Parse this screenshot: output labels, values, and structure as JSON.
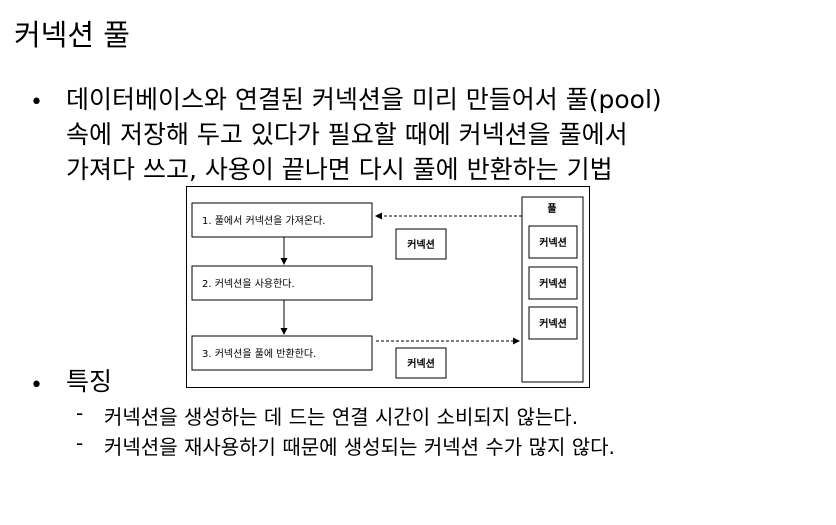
{
  "slide": {
    "title": "커넥션 풀",
    "bullet1_lines": [
      "데이터베이스와 연결된 커넥션을 미리 만들어서 풀(pool)",
      "속에 저장해 두고 있다가 필요할 때에 커넥션을 풀에서",
      "가져다 쓰고, 사용이 끝나면 다시 풀에 반환하는 기법"
    ],
    "bullet2": "특징",
    "sub_items": [
      "커넥션을 생성하는 데 드는 연결 시간이 소비되지 않는다.",
      "커넥션을 재사용하기 때문에 생성되는 커넥션 수가 많지 않다."
    ]
  },
  "diagram": {
    "steps": [
      "1. 풀에서 커넥션을 가져온다.",
      "2. 커넥션을 사용한다.",
      "3. 커넥션을 풀에 반환한다."
    ],
    "moving_connection_label": "커넥션",
    "pool_title": "풀",
    "pool_items": [
      "커넥션",
      "커넥션",
      "커넥션"
    ]
  }
}
